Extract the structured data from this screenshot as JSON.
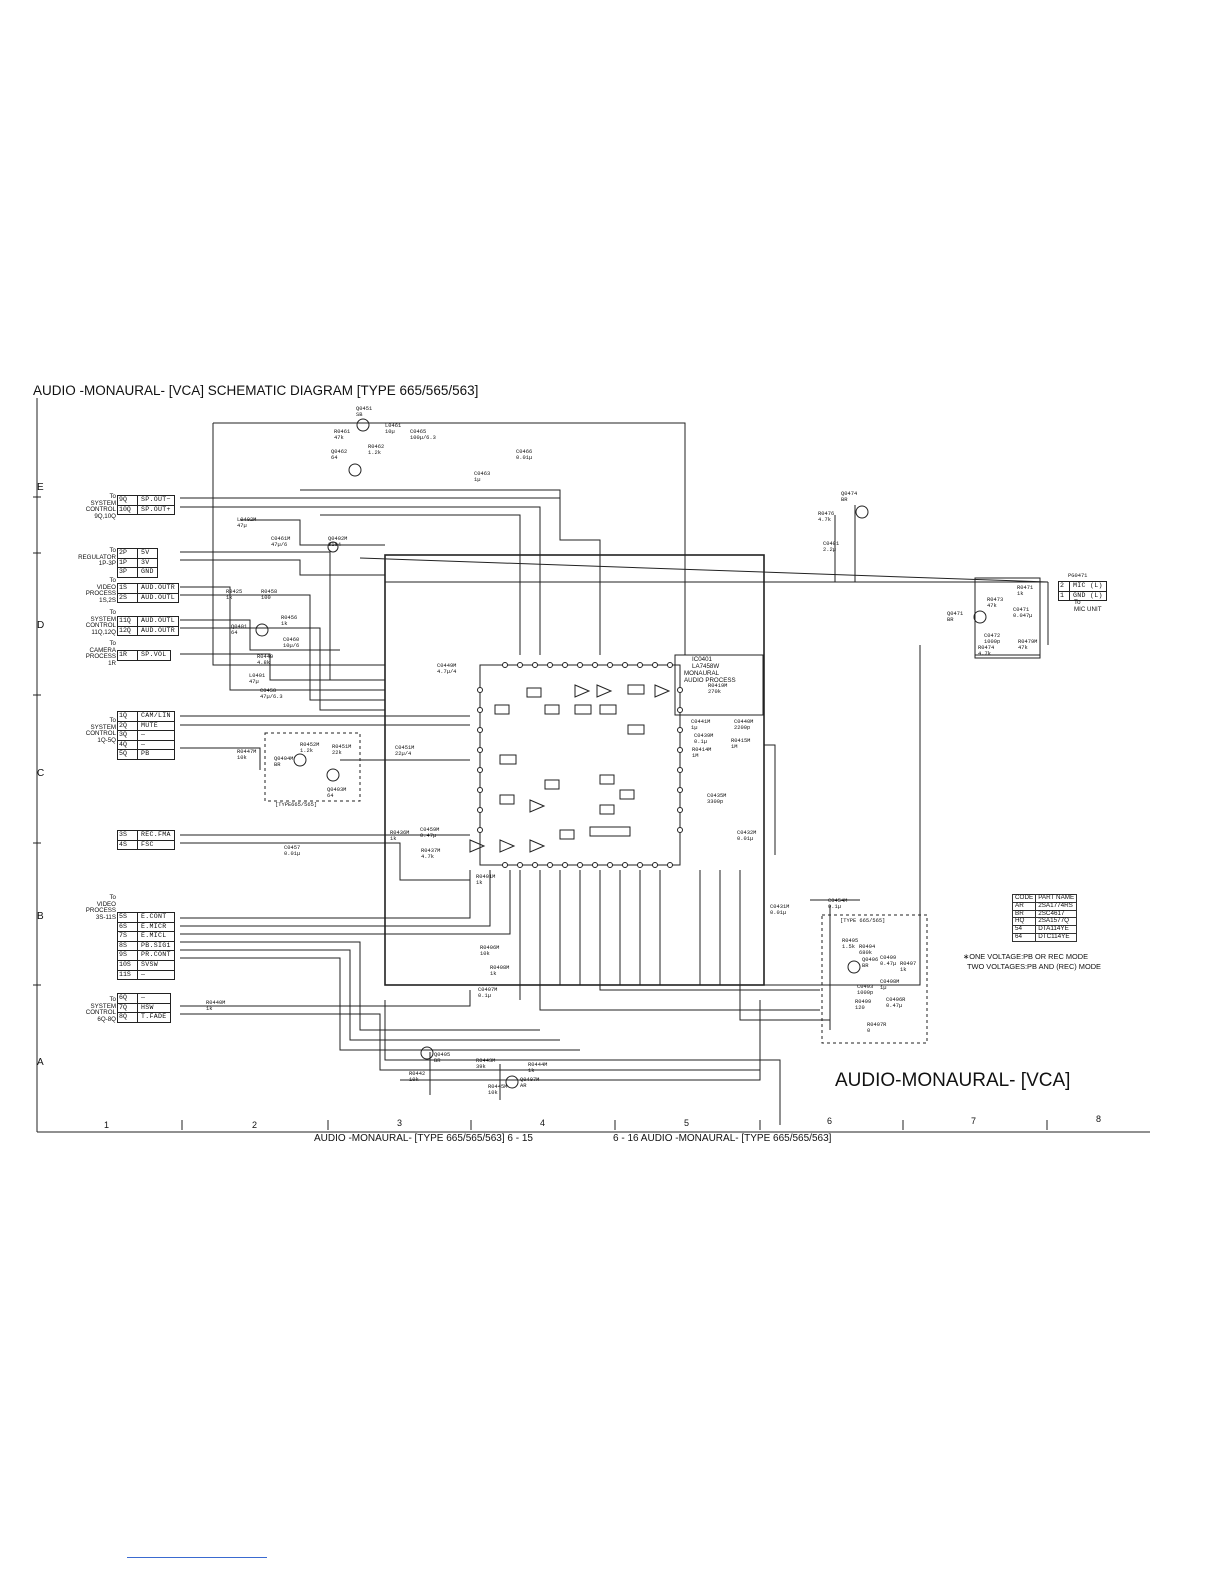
{
  "title": "AUDIO -MONAURAL-  [VCA] SCHEMATIC DIAGRAM [TYPE 665/565/563]",
  "big_title": "AUDIO-MONAURAL- [VCA]",
  "footer": {
    "left": "AUDIO -MONAURAL- [TYPE 665/565/563]     6 - 15",
    "right": "6 - 16   AUDIO -MONAURAL- [TYPE 665/565/563]"
  },
  "rows": [
    "E",
    "D",
    "C",
    "B",
    "A"
  ],
  "columns": [
    "1",
    "2",
    "3",
    "4",
    "5",
    "6",
    "7",
    "8"
  ],
  "connectors": [
    {
      "label": "To\nSYSTEM\nCONTROL\n9Q,10Q",
      "pins": [
        [
          "9Q",
          "SP.OUT−"
        ],
        [
          "10Q",
          "SP.OUT+"
        ]
      ]
    },
    {
      "label": "To\nREGULATOR\n1P-3P",
      "pins": [
        [
          "2P",
          "5V"
        ],
        [
          "1P",
          "3V"
        ],
        [
          "3P",
          "GND"
        ]
      ]
    },
    {
      "label": "To\nVIDEO\nPROCESS\n1S,2S",
      "pins": [
        [
          "1S",
          "AUD.OUTR"
        ],
        [
          "2S",
          "AUD.OUTL"
        ]
      ]
    },
    {
      "label": "To\nSYSTEM\nCONTROL\n11Q,12Q",
      "pins": [
        [
          "11Q",
          "AUD.OUTL"
        ],
        [
          "12Q",
          "AUD.OUTR"
        ]
      ]
    },
    {
      "label": "To\nCAMERA\nPROCESS\n1R",
      "pins": [
        [
          "1R",
          "SP.VOL"
        ]
      ]
    },
    {
      "label": "To\nSYSTEM\nCONTROL\n1Q-5Q",
      "pins": [
        [
          "1Q",
          "CAM/LIN"
        ],
        [
          "2Q",
          "MUTE"
        ],
        [
          "3Q",
          "—"
        ],
        [
          "4Q",
          "—"
        ],
        [
          "5Q",
          "PB"
        ]
      ]
    },
    {
      "label": "",
      "pins": [
        [
          "3S",
          "REC.FMA"
        ],
        [
          "4S",
          "FSC"
        ]
      ]
    },
    {
      "label": "To\nVIDEO\nPROCESS\n3S-11S",
      "pins": [
        [
          "5S",
          "E.CONT"
        ],
        [
          "6S",
          "E.MICR"
        ],
        [
          "7S",
          "E.MICL"
        ],
        [
          "8S",
          "PB.SIG1"
        ],
        [
          "9S",
          "PR.CONT"
        ],
        [
          "10S",
          "SVSW"
        ],
        [
          "11S",
          "—"
        ]
      ]
    },
    {
      "label": "To\nSYSTEM\nCONTROL\n6Q-8Q",
      "pins": [
        [
          "6Q",
          "—"
        ],
        [
          "7Q",
          "HSW"
        ],
        [
          "8Q",
          "T.FADE"
        ]
      ]
    }
  ],
  "mic": {
    "connector": "PG0471",
    "pins": [
      [
        "2",
        "MIC (L)"
      ],
      [
        "1",
        "GND (L)"
      ]
    ],
    "label": "To\nMIC UNIT"
  },
  "ic": {
    "ref": "IC0401",
    "part": "LA7458W",
    "desc": "MONAURAL\nAUDIO PROCESS"
  },
  "components": [
    "Q0451\nSB",
    "R0461\n47k",
    "L0461\n10µ",
    "C0465\n100µ/6.3",
    "Q0462\n64",
    "R0462\n1.2k",
    "C0466\n0.01µ",
    "C0463\n1µ",
    "L0402M\n47µ",
    "C0461M\n47µ/6",
    "Q0402M\n3104",
    "R0425\n1k",
    "R0458\n100",
    "Q0401\n64",
    "R0456\n1k",
    "C0460\n10µ/6",
    "R0449\n4.8k",
    "L0401\n47µ",
    "C0458\n47µ/6.3",
    "C0449M\n4.7µ/4",
    "R0447M\n10k",
    "Q0404M\nBR",
    "R0452M\n1.2k",
    "R0451M\n22k",
    "Q0403M\n64",
    "C0451M\n22µ/4",
    "R0436M\n1k",
    "C0459M\n0.47µ",
    "R0437M\n4.7k",
    "C0457\n0.01µ",
    "R0440M\n1k",
    "R0442\n10k",
    "Q0405\nBR",
    "R0443M\n39k",
    "R0444M\n1k",
    "Q0407M\nAR",
    "R0445M\n10k",
    "Q0474\nBR",
    "R0476\n4.7k",
    "C0481\n2.2µ",
    "R0471\n1k",
    "R0473\n47k",
    "C0471\n0.047µ",
    "Q0471\nBR",
    "C0472\n1000p",
    "R0474\n4.7k",
    "R0479M\n47k",
    "R0419M\n270k",
    "C0441M\n1µ",
    "C0440M\n2200p",
    "C0439M\n0.1µ",
    "R0415M\n1M",
    "R0414M\n1M",
    "C0435M\n3300p",
    "C0432M\n0.01µ",
    "C0454M\n0.1µ",
    "R0495\n1.5k",
    "R0494\n680k",
    "Q0406\nBR",
    "C0499\n0.47µ",
    "R0497\n1k",
    "C0498M\n1µ",
    "C0493\n1000p",
    "R0499\n120",
    "C0496R\n0.47µ",
    "R0407R\n0",
    "C0407M\n0.1µ",
    "R0401M\n1k",
    "R0406M\n10k",
    "R0408M\n1k",
    "C0431M\n0.01µ"
  ],
  "dashed_boxes": [
    "[TYPE665/565]",
    "[TYPE 665/565]"
  ],
  "parts_table": {
    "header": [
      "CODE",
      "PART NAME"
    ],
    "rows": [
      [
        "AR",
        "2SA1774RS"
      ],
      [
        "BR",
        "2SC4617"
      ],
      [
        "HQ",
        "2SA1577Q"
      ],
      [
        "54",
        "DTA114YE"
      ],
      [
        "64",
        "DTC114YE"
      ]
    ]
  },
  "voltage_note": "∗ONE VOLTAGE:PB OR REC MODE\n  TWO VOLTAGES:PB AND (REC) MODE",
  "colors": {
    "ink": "#111111",
    "paper": "#ffffff",
    "link_underline": "#3a6ad0"
  }
}
